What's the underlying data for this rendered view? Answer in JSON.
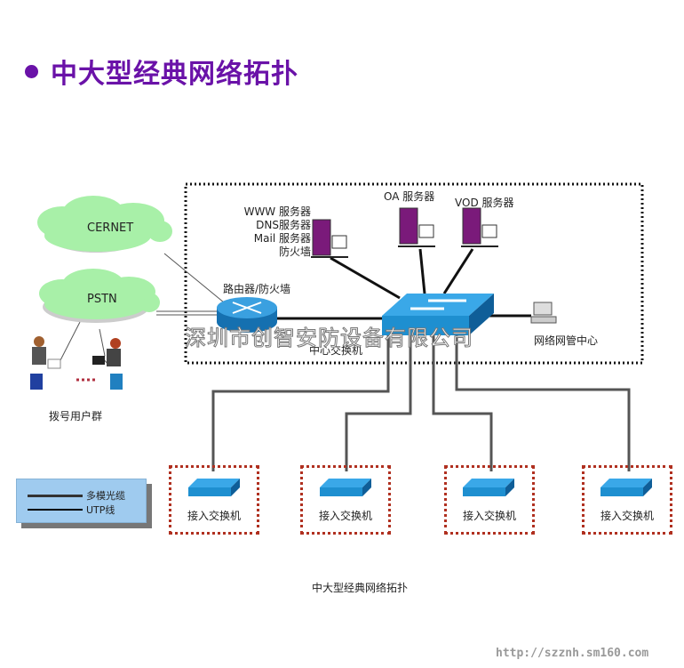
{
  "title": "中大型经典网络拓扑",
  "caption": "中大型经典网络拓扑",
  "watermark": "深圳市创智安防设备有限公司",
  "url": "http://szznh.sm160.com",
  "clouds": [
    {
      "label": "CERNET"
    },
    {
      "label": "PSTN"
    }
  ],
  "dialup_label": "拨号用户群",
  "servers": {
    "group1": [
      "WWW 服务器",
      "DNS服务器",
      "Mail 服务器",
      "防火墙"
    ],
    "oa": "OA 服务器",
    "vod": "VOD 服务器"
  },
  "router_label": "路由器/防火墙",
  "core_switch_label": "中心交换机",
  "nms_label": "网络网管中心",
  "access_switches": [
    {
      "label": "接入交换机"
    },
    {
      "label": "接入交换机"
    },
    {
      "label": "接入交换机"
    },
    {
      "label": "接入交换机"
    }
  ],
  "legend": {
    "fiber": "多模光缆",
    "utp": "UTP线"
  },
  "colors": {
    "title": "#6a12a8",
    "cloud": "#a8f0a8",
    "switch": "#1e8fd0",
    "server": "#7a1a7a",
    "access_border": "#b03020",
    "legend_bg": "#9fcbef"
  }
}
